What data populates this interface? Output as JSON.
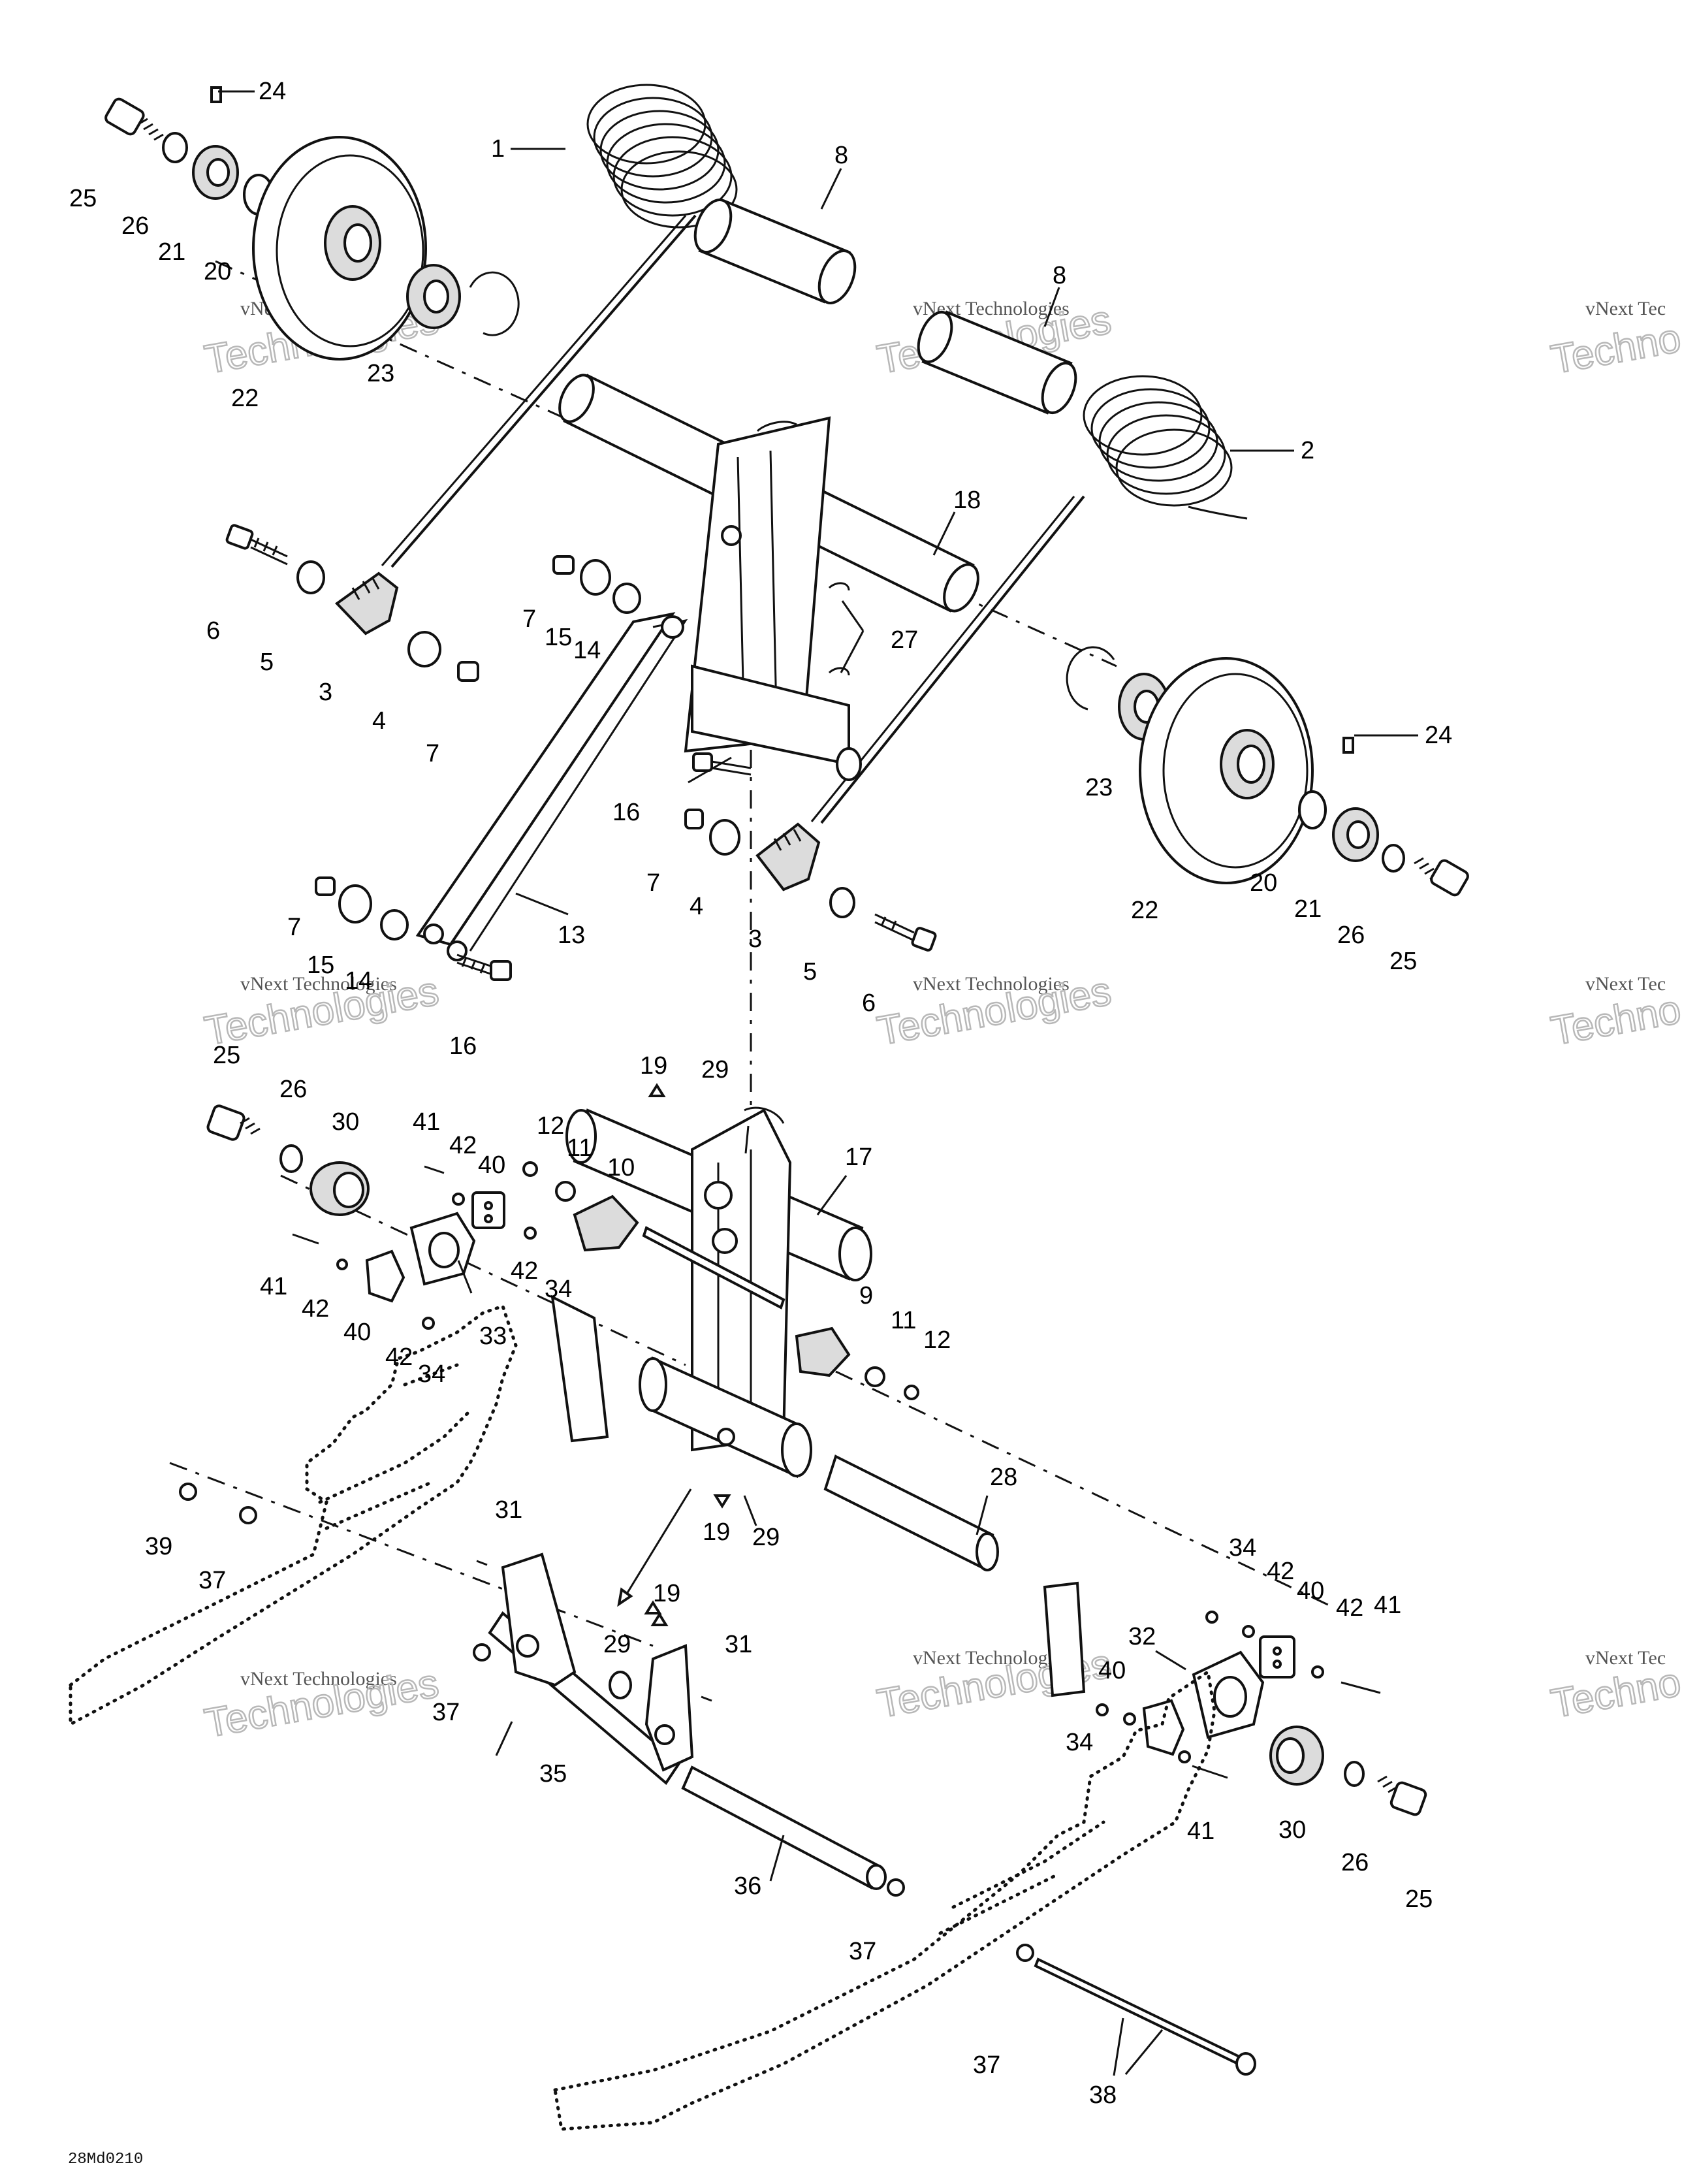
{
  "diagram_code": "28Md0210",
  "watermark": {
    "line_small": "vNext Technologies",
    "line_big": "Technologies",
    "corner_fragment": "vNext Tec",
    "corner_fragment_big": "Techno"
  },
  "callouts": {
    "c1": "1",
    "c2": "2",
    "c3a": "3",
    "c3b": "3",
    "c4a": "4",
    "c4b": "4",
    "c5a": "5",
    "c5b": "5",
    "c6a": "6",
    "c6b": "6",
    "c7a": "7",
    "c7b": "7",
    "c7c": "7",
    "c7d": "7",
    "c8a": "8",
    "c8b": "8",
    "c9": "9",
    "c10": "10",
    "c11a": "11",
    "c11b": "11",
    "c12a": "12",
    "c12b": "12",
    "c13": "13",
    "c14a": "14",
    "c14b": "14",
    "c15a": "15",
    "c15b": "15",
    "c16a": "16",
    "c16b": "16",
    "c17": "17",
    "c18": "18",
    "c19a": "19",
    "c19b": "19",
    "c19c": "19",
    "c20a": "20",
    "c20b": "20",
    "c21a": "21",
    "c21b": "21",
    "c22a": "22",
    "c22b": "22",
    "c23a": "23",
    "c23b": "23",
    "c24a": "24",
    "c24b": "24",
    "c25a": "25",
    "c25b": "25",
    "c25c": "25",
    "c25d": "25",
    "c26a": "26",
    "c26b": "26",
    "c26c": "26",
    "c26d": "26",
    "c27": "27",
    "c28": "28",
    "c29a": "29",
    "c29b": "29",
    "c29c": "29",
    "c30a": "30",
    "c30b": "30",
    "c31a": "31",
    "c31b": "31",
    "c32": "32",
    "c33": "33",
    "c34a": "34",
    "c34b": "34",
    "c34c": "34",
    "c34d": "34",
    "c35": "35",
    "c36": "36",
    "c37a": "37",
    "c37b": "37",
    "c37c": "37",
    "c37d": "37",
    "c38": "38",
    "c39": "39",
    "c40a": "40",
    "c40b": "40",
    "c40c": "40",
    "c40d": "40",
    "c41a": "41",
    "c41b": "41",
    "c41c": "41",
    "c41d": "41",
    "c42a": "42",
    "c42b": "42",
    "c42c": "42",
    "c42d": "42",
    "c42e": "42",
    "c42f": "42"
  }
}
